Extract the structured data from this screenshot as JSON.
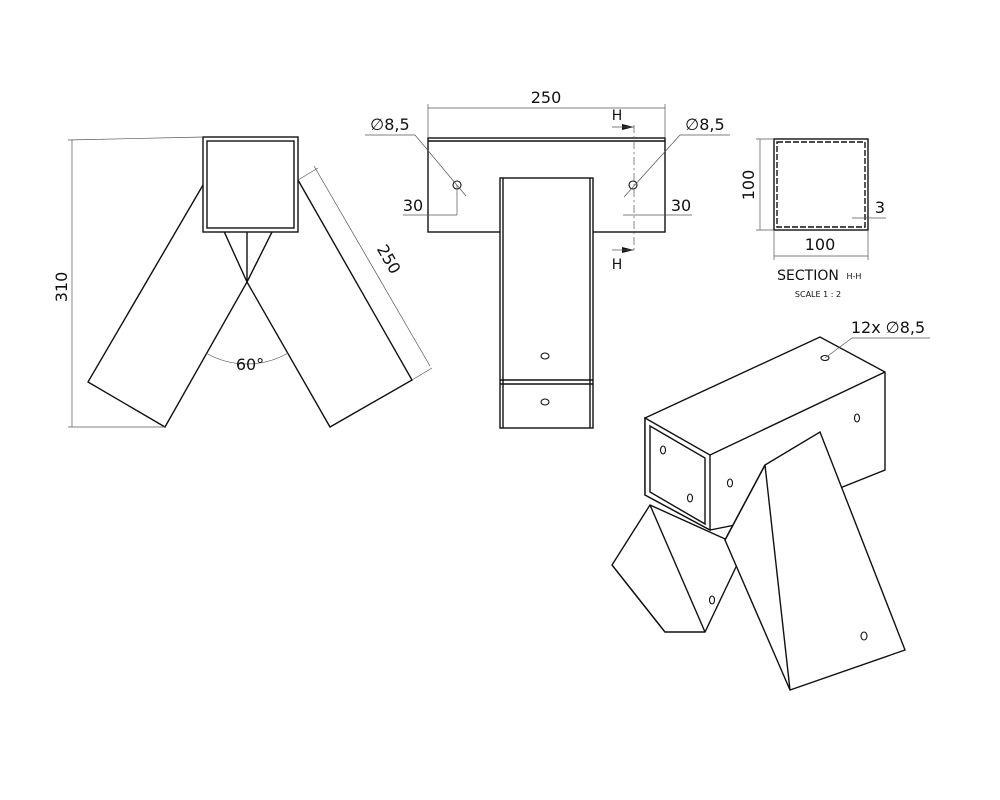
{
  "front_view": {
    "height_dim": "310",
    "leg_length_dim": "250",
    "angle_dim": "60°"
  },
  "side_view": {
    "width_dim": "250",
    "hole_left": "∅8,5",
    "hole_right": "∅8,5",
    "offset_left": "30",
    "offset_right": "30",
    "section_mark_top": "H",
    "section_mark_bottom": "H"
  },
  "section": {
    "height_dim": "100",
    "width_dim": "100",
    "wall_dim": "3",
    "title": "SECTION",
    "title_suffix": "H-H",
    "scale": "SCALE 1 : 2"
  },
  "iso_view": {
    "hole_note": "12x ∅8,5"
  }
}
